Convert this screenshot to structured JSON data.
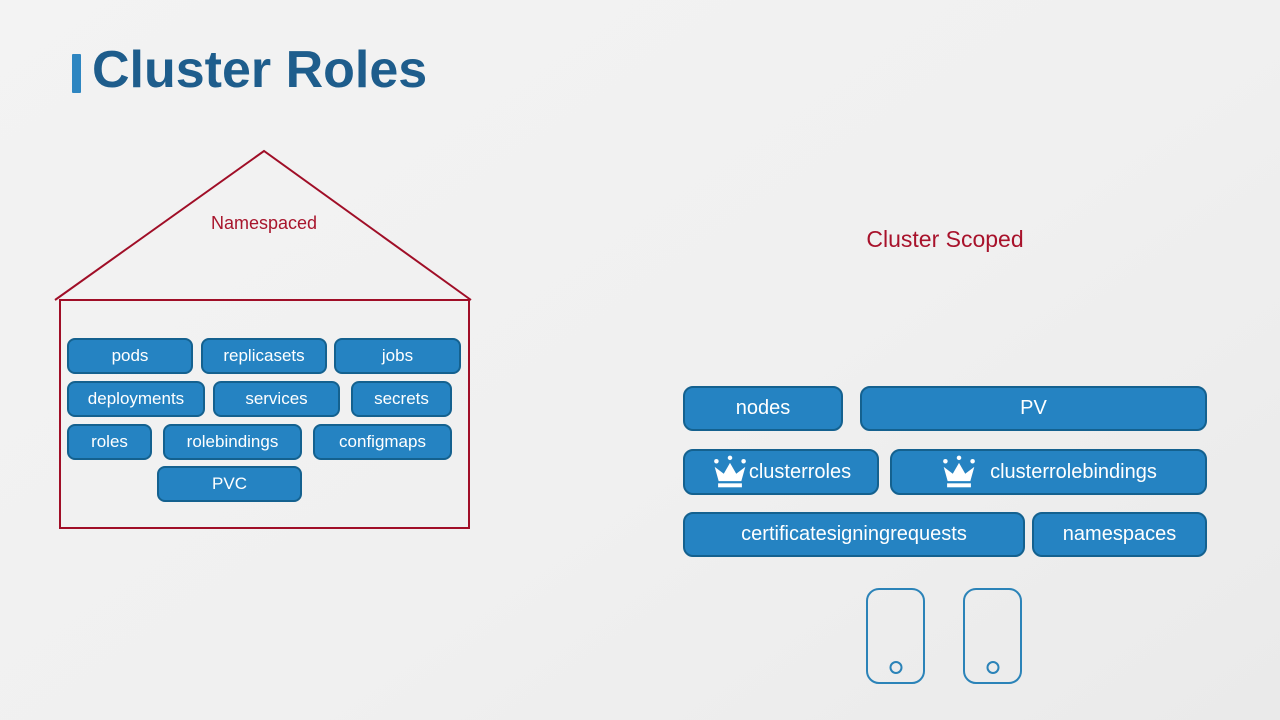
{
  "slide": {
    "title": "Cluster Roles"
  },
  "namespaced": {
    "label": "Namespaced",
    "items": [
      "pods",
      "replicasets",
      "jobs",
      "deployments",
      "services",
      "secrets",
      "roles",
      "rolebindings",
      "configmaps",
      "PVC"
    ]
  },
  "cluster_scoped": {
    "label": "Cluster Scoped",
    "items": [
      "nodes",
      "PV",
      "clusterroles",
      "clusterrolebindings",
      "certificatesigningrequests",
      "namespaces"
    ],
    "crowned_items": [
      "clusterroles",
      "clusterrolebindings"
    ]
  },
  "icons": {
    "crown": "crown-icon",
    "phone": "phone-icon"
  },
  "colors": {
    "accent_blue": "#2e86c1",
    "title_blue": "#1e5d8c",
    "button_fill": "#2583c2",
    "button_border": "#14618f",
    "scope_red": "#a8122b",
    "outline_red": "#a00e27",
    "background": "#f0f0f0"
  }
}
